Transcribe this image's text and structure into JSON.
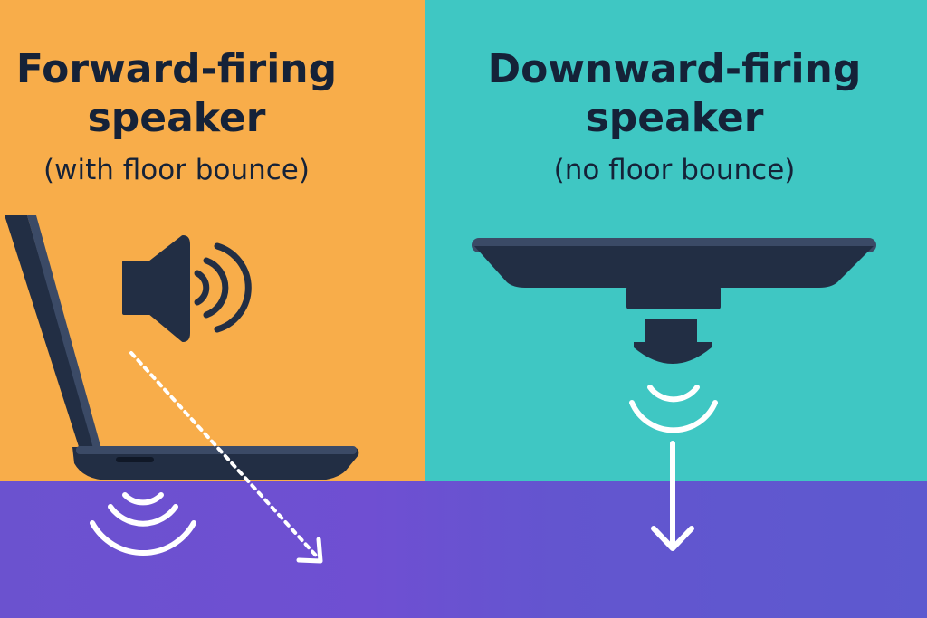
{
  "left": {
    "title_line1": "Forward-firing",
    "title_line2": "speaker",
    "subtitle": "(with floor bounce)"
  },
  "right": {
    "title_line1": "Downward-firing",
    "title_line2": "speaker",
    "subtitle": "(no floor bounce)"
  },
  "colors": {
    "left_background": "#f8ad4a",
    "right_background": "#3fc7c3",
    "floor": "#6a52cf",
    "device": "#222e44",
    "sound_waves": "#ffffff"
  },
  "icons": {
    "left": [
      "laptop-icon",
      "speaker-volume-icon",
      "reflected-sound-path-arrow",
      "floor-sound-waves-icon"
    ],
    "right": [
      "tv-device-icon",
      "downward-speaker-icon",
      "sound-waves-icon",
      "down-arrow-icon"
    ]
  }
}
